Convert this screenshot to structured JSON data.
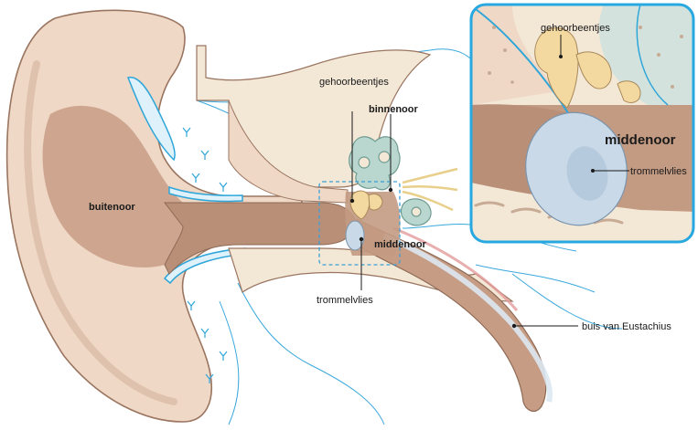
{
  "labels": {
    "buitenoor": "buitenoor",
    "gehoorbeentjes": "gehoorbeentjes",
    "binnenoor": "binnenoor",
    "middenoor": "middenoor",
    "trommelvlies": "trommelvlies",
    "buis_van_eustachius": "buis van Eustachius"
  },
  "inset": {
    "gehoorbeentjes": "gehoorbeentjes",
    "middenoor": "middenoor",
    "trommelvlies": "trommelvlies"
  },
  "colors": {
    "skin": "#efd8c6",
    "skin_outline": "#9a7560",
    "canal": "#b98f78",
    "bone": "#f3e7d6",
    "cartilage_blue": "#2fa6d9",
    "ossicle": "#f3d9a0",
    "cochlea": "#b9d7cf",
    "eardrum": "#c9d9e8",
    "inset_border": "#27a8e0",
    "dashed_box": "#3aa0d8"
  }
}
